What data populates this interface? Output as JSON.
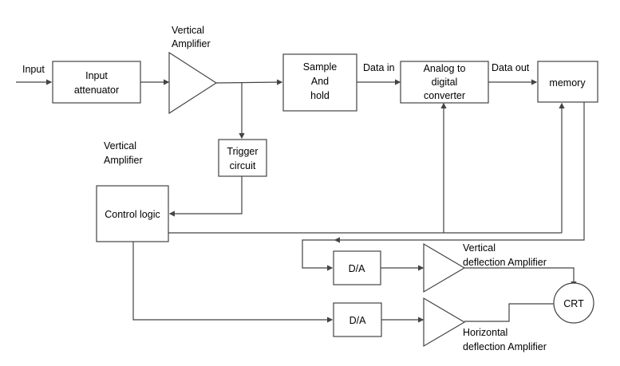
{
  "diagram": {
    "title": "Digital storage oscilloscope block diagram",
    "labels": {
      "input": "Input",
      "vertical_amp_top_1": "Vertical",
      "vertical_amp_top_2": "Amplifier",
      "vertical_amp_left_1": "Vertical",
      "vertical_amp_left_2": "Amplifier",
      "data_in": "Data in",
      "data_out": "Data out",
      "vdef_1": "Vertical",
      "vdef_2": "deflection Amplifier",
      "hdef_1": "Horizontal",
      "hdef_2": "deflection Amplifier"
    },
    "blocks": {
      "input_attenuator": [
        "Input",
        "attenuator"
      ],
      "sample_hold": [
        "Sample",
        "And",
        "hold"
      ],
      "adc": [
        "Analog to",
        "digital",
        "converter"
      ],
      "memory": [
        "memory"
      ],
      "trigger": [
        "Trigger",
        "circuit"
      ],
      "control_logic": [
        "Control logic"
      ],
      "da_vertical": [
        "D/A"
      ],
      "da_horizontal": [
        "D/A"
      ],
      "crt": [
        "CRT"
      ]
    }
  }
}
